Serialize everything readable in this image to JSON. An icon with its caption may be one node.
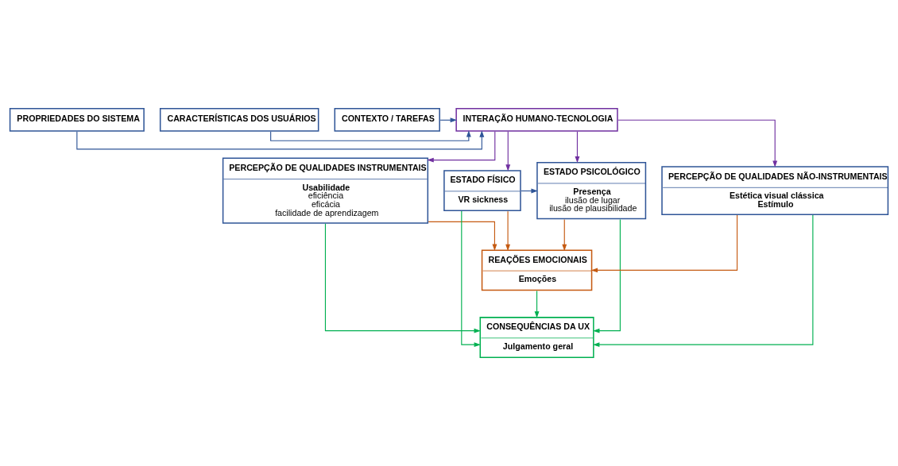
{
  "diagram": {
    "nodes": [
      {
        "text": [
          "PROPRIEDADES DO SISTEMA"
        ]
      },
      {
        "text": [
          "CARACTERÍSTICAS DOS USUÁRIOS"
        ]
      },
      {
        "text": [
          "CONTEXTO / TAREFAS"
        ]
      },
      {
        "text": [
          "INTERAÇÃO HUMANO-TECNOLOGIA"
        ]
      },
      {
        "text": [
          "PERCEPÇÃO DE QUALIDADES INSTRUMENTAIS",
          "Usabilidade",
          "eficiência",
          "eficácia",
          "facilidade de aprendizagem"
        ]
      },
      {
        "text": [
          "ESTADO FÍSICO",
          "VR sickness"
        ]
      },
      {
        "text": [
          "ESTADO PSICOLÓGICO",
          "Presença",
          "ilusão de lugar",
          "ilusão de plausibilidade"
        ]
      },
      {
        "text": [
          "PERCEPÇÃO DE QUALIDADES NÃO-INSTRUMENTAIS",
          "Estética visual clássica",
          "Estímulo"
        ]
      },
      {
        "text": [
          "REAÇÕES EMOCIONAIS",
          "Emoções"
        ]
      },
      {
        "text": [
          "CONSEQUÊNCIAS DA UX",
          "Julgamento geral"
        ]
      }
    ],
    "edges": [
      {
        "from": 0,
        "to": 3,
        "arrow": "to",
        "color": "#2f5597"
      },
      {
        "from": 1,
        "to": 3,
        "arrow": "to",
        "color": "#2f5597"
      },
      {
        "from": 2,
        "to": 3,
        "arrow": "to",
        "color": "#2f5597"
      },
      {
        "from": 3,
        "to": 4,
        "arrow": "to",
        "color": "#7030a0"
      },
      {
        "from": 3,
        "to": 5,
        "arrow": "to",
        "color": "#7030a0"
      },
      {
        "from": 3,
        "to": 6,
        "arrow": "to",
        "color": "#7030a0"
      },
      {
        "from": 3,
        "to": 7,
        "arrow": "to",
        "color": "#7030a0"
      },
      {
        "from": 5,
        "to": 6,
        "arrow": "to",
        "color": "#2f5597"
      },
      {
        "from": 5,
        "to": 8,
        "arrow": "to",
        "color": "#c55a11"
      },
      {
        "from": 6,
        "to": 8,
        "arrow": "to",
        "color": "#c55a11"
      },
      {
        "from": 4,
        "to": 8,
        "arrow": "to",
        "color": "#c55a11"
      },
      {
        "from": 7,
        "to": 8,
        "arrow": "to",
        "color": "#c55a11"
      },
      {
        "from": 8,
        "to": 9,
        "arrow": "to",
        "color": "#00b050"
      },
      {
        "from": 5,
        "to": 9,
        "arrow": "to",
        "color": "#00b050"
      },
      {
        "from": 6,
        "to": 9,
        "arrow": "to",
        "color": "#00b050"
      },
      {
        "from": 4,
        "to": 9,
        "arrow": "to",
        "color": "#00b050"
      },
      {
        "from": 7,
        "to": 9,
        "arrow": "to",
        "color": "#00b050"
      }
    ]
  }
}
